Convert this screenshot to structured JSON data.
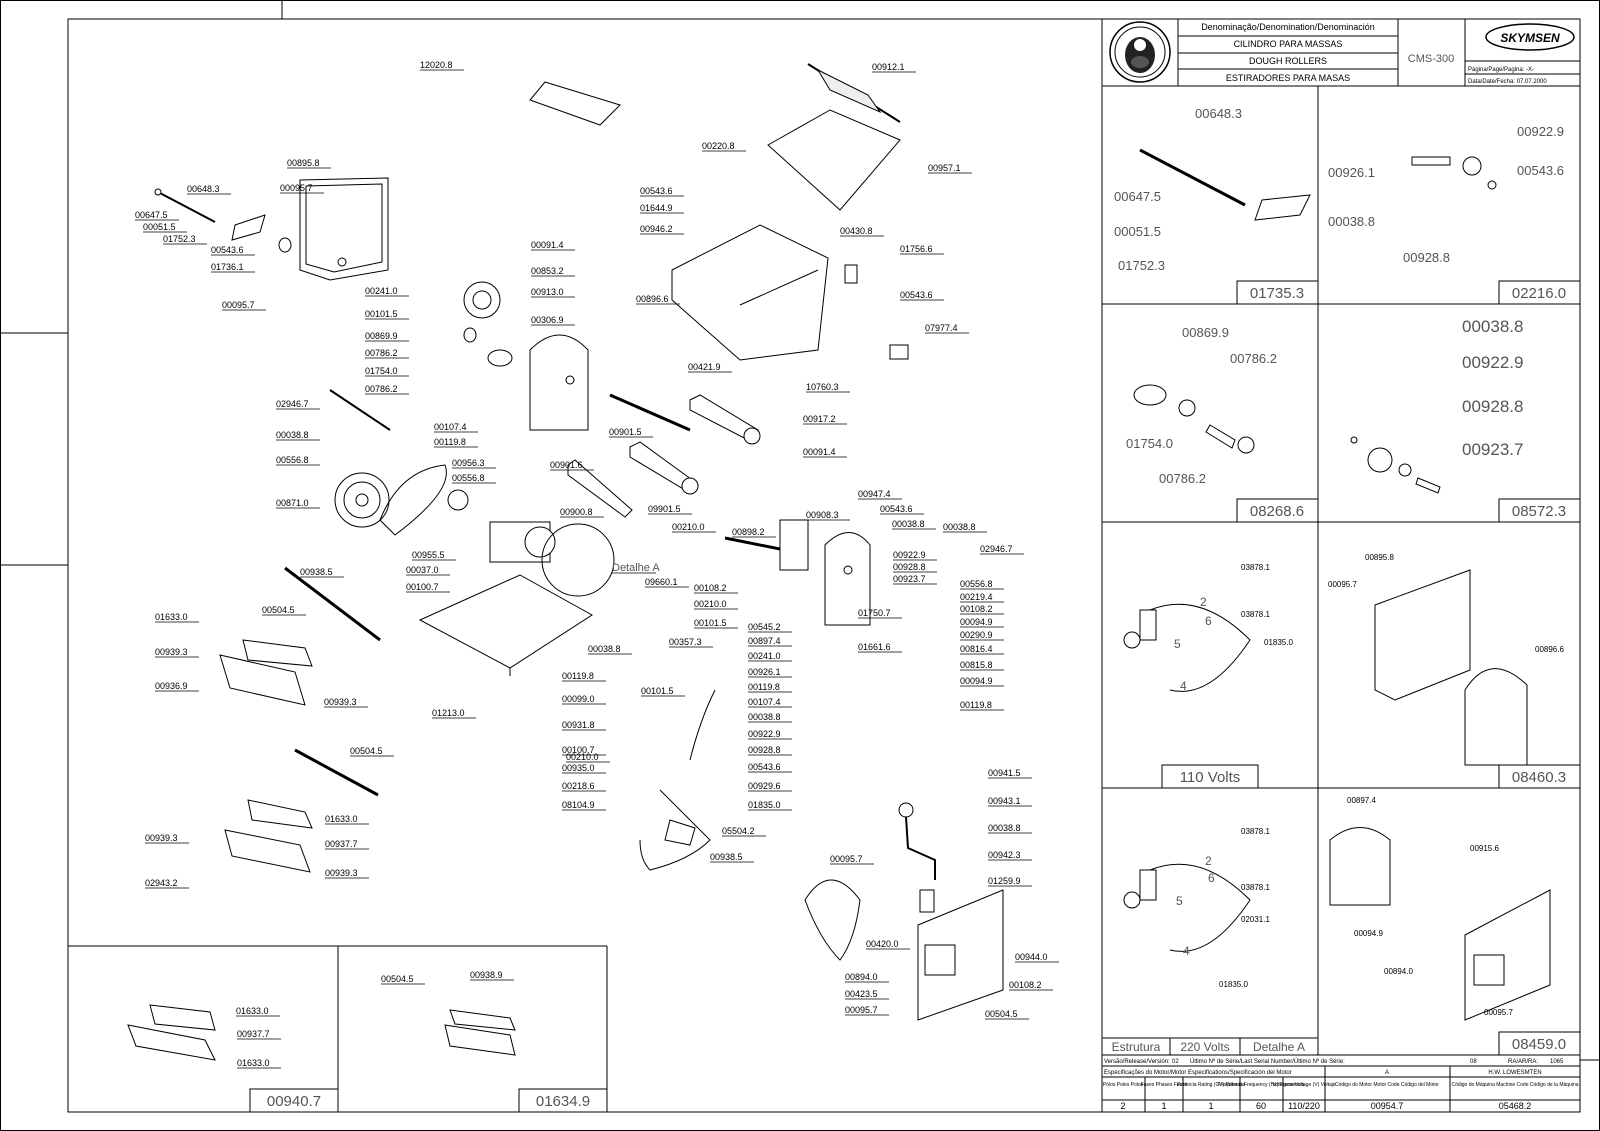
{
  "title_block": {
    "heading": "Denominação/Denomination/Denominación",
    "name_pt": "CILINDRO PARA MASSAS",
    "name_en": "DOUGH ROLLERS",
    "name_es": "ESTIRADORES PARA MASAS",
    "model": "CMS-300",
    "brand": "SKYMSEN",
    "page_label": "Página/Page/Pagina: -X-",
    "date_label": "Data/Date/Fecha: 07.07.2000"
  },
  "footer": {
    "estrutura": "Estrutura",
    "volts_220": "220 Volts",
    "detalhe": "Detalhe A",
    "release_label": "Versão/Release/Versión:",
    "release_value": "02",
    "serial_label": "Último Nº de Série/Last Serial Number/Último Nº de Série:",
    "serial_value": "08",
    "ra_label": "RA/AR/RA:",
    "ra_value": "1065",
    "motor_spec_label": "Especificações do Motor/Motor Especifications/Specificación del Motor",
    "motor_spec_value": "A",
    "company": "H.W. LOWESMTEN",
    "col_headers": [
      "Pólos Poles Polos",
      "Fases Phases Fases",
      "Potência Rating (CV) Potencia",
      "Freqüência Frequency (Hz) Frecuencia",
      "Voltagem Voltage (V) Voltaje",
      "Código do Motor Motor Code Código del Motor",
      "Código do Máquina Machine Code Código de la Máquina"
    ],
    "values": [
      "2",
      "1",
      "1",
      "60",
      "110/220",
      "00954.7",
      "05468.2"
    ]
  },
  "panels": {
    "p1": "01735.3",
    "p2": "02216.0",
    "p3": "08268.6",
    "p4": "08572.3",
    "p5": "110 Volts",
    "p6": "08460.3",
    "p8": "08459.0",
    "b1": "00940.7",
    "b2": "01634.9"
  },
  "main_labels": [
    "12020.8",
    "00912.1",
    "00220.8",
    "00957.1",
    "00895.8",
    "00648.3",
    "00095.7",
    "00647.5",
    "00051.5",
    "01752.3",
    "00543.6",
    "01736.1",
    "00095.7",
    "00543.6",
    "01644.9",
    "00946.2",
    "00430.8",
    "01756.6",
    "00543.6",
    "07977.4",
    "00091.4",
    "00853.2",
    "00913.0",
    "00896.6",
    "00241.0",
    "00101.5",
    "00306.9",
    "00869.9",
    "00786.2",
    "01754.0",
    "00786.2",
    "00421.9",
    "10760.3",
    "02946.7",
    "00107.4",
    "00119.8",
    "00038.8",
    "00917.2",
    "00091.4",
    "00901.5",
    "00556.8",
    "00956.3",
    "00556.8",
    "00901.6",
    "00871.0",
    "09901.5",
    "00900.8",
    "00908.3",
    "00947.4",
    "00543.6",
    "00038.8",
    "00038.8",
    "00210.0",
    "00898.2",
    "00955.5",
    "00037.0",
    "00100.7",
    "Detalhe A",
    "00922.9",
    "00928.8",
    "00923.7",
    "02946.7",
    "00556.8",
    "00219.4",
    "00108.2",
    "00094.9",
    "00290.9",
    "00816.4",
    "00815.8",
    "00094.9",
    "00119.8",
    "00938.5",
    "01633.0",
    "00504.5",
    "00939.3",
    "00936.9",
    "00939.3",
    "00108.2",
    "00210.0",
    "00101.5",
    "00545.2",
    "00897.4",
    "00241.0",
    "00926.1",
    "00119.8",
    "00107.4",
    "00038.8",
    "00922.9",
    "00928.8",
    "00543.6",
    "00929.6",
    "01835.0",
    "09660.1",
    "00357.3",
    "00038.8",
    "00119.8",
    "00099.0",
    "00931.8",
    "01213.0",
    "00101.5",
    "00100.7",
    "00935.0",
    "00218.6",
    "00210.0",
    "08104.9",
    "05504.2",
    "00938.5",
    "00504.5",
    "01633.0",
    "00937.7",
    "00939.3",
    "00939.3",
    "02943.2",
    "01750.7",
    "01661.6",
    "00941.5",
    "00943.1",
    "00038.8",
    "00942.3",
    "01259.9",
    "00095.7",
    "00420.0",
    "00944.0",
    "00894.0",
    "00108.2",
    "00423.5",
    "00095.7",
    "00504.5",
    "01633.0",
    "00937.7",
    "01633.0",
    "00504.5",
    "00938.9"
  ],
  "detail_labels": {
    "p1": [
      "00648.3",
      "00647.5",
      "00051.5",
      "01752.3"
    ],
    "p2": [
      "00922.9",
      "00926.1",
      "00543.6",
      "00038.8",
      "00928.8"
    ],
    "p3": [
      "00869.9",
      "00786.2",
      "01754.0",
      "00786.2"
    ],
    "p4": [
      "00038.8",
      "00922.9",
      "00928.8",
      "00923.7"
    ],
    "p5": [
      "03878.1",
      "03878.1",
      "01835.0",
      "2",
      "6",
      "5",
      "4"
    ],
    "p6": [
      "00895.8",
      "00095.7",
      "00896.6"
    ],
    "p7": [
      "03878.1",
      "03878.1",
      "02031.1",
      "01835.0",
      "2",
      "6",
      "5",
      "4"
    ],
    "p8": [
      "00897.4",
      "00915.6",
      "00094.9",
      "00894.0",
      "00095.7"
    ]
  }
}
